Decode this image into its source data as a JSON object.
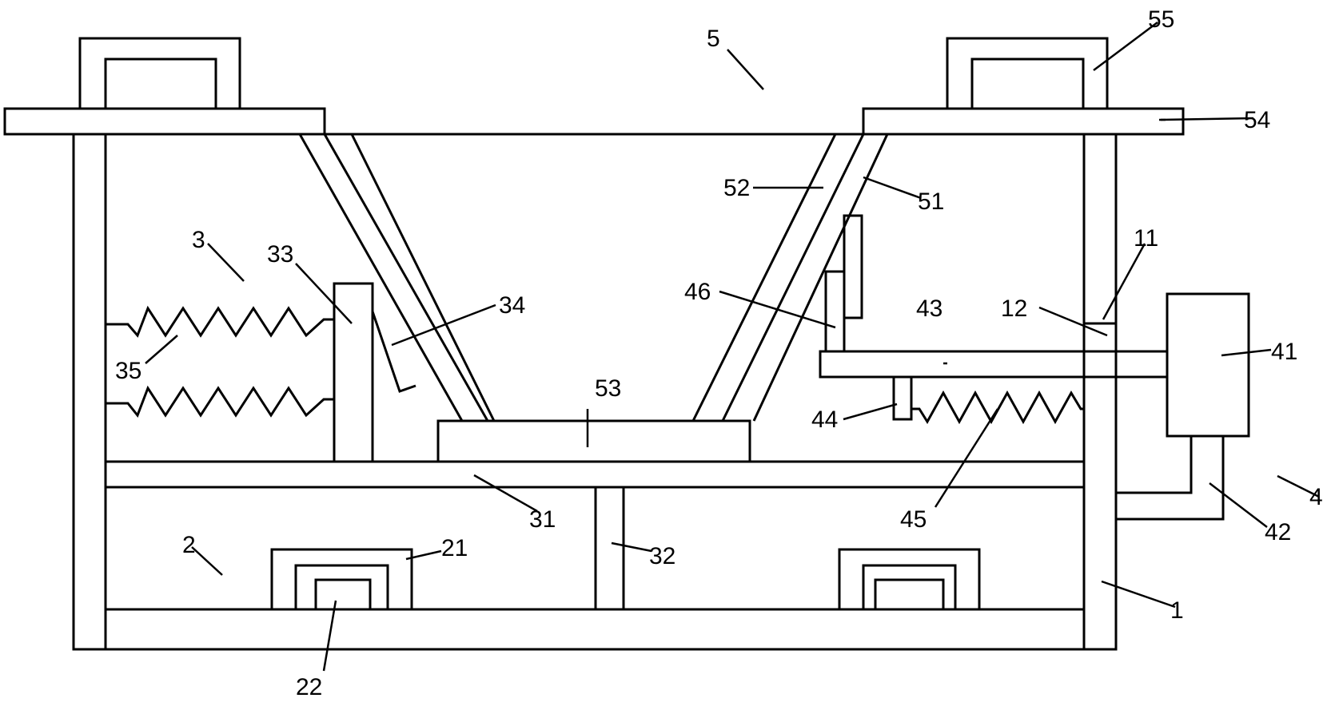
{
  "labels": {
    "l1": "1",
    "l2": "2",
    "l3": "3",
    "l4": "4",
    "l5": "5",
    "l11": "11",
    "l12": "12",
    "l21": "21",
    "l22": "22",
    "l31": "31",
    "l32": "32",
    "l33": "33",
    "l34": "34",
    "l35": "35",
    "l41": "41",
    "l42": "42",
    "l43": "43",
    "l44": "44",
    "l45": "45",
    "l46": "46",
    "l51": "51",
    "l52": "52",
    "l53": "53",
    "l54": "54",
    "l55": "55"
  }
}
